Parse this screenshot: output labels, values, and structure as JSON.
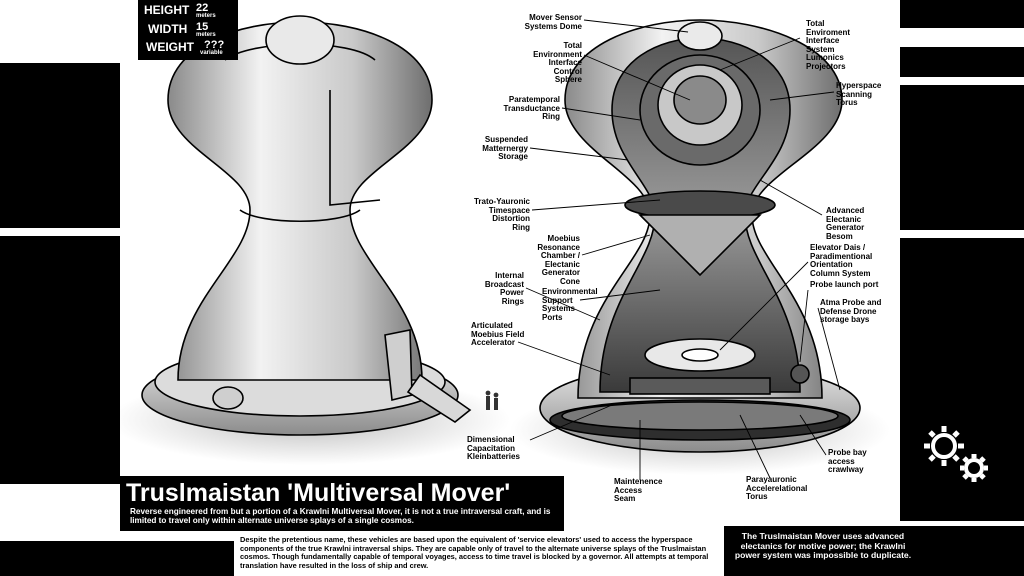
{
  "specs": {
    "height_label": "HEIGHT",
    "height_value": "22",
    "height_unit": "meters",
    "width_label": "WIDTH",
    "width_value": "15",
    "width_unit": "meters",
    "weight_label": "WEIGHT",
    "weight_value": "???",
    "weight_unit": "variable"
  },
  "title": "Truslmaistan 'Multiversal Mover'",
  "subtitle": "Reverse engineered from but a portion of a Krawlni Multiversal Mover, it is not a true intraversal craft, and is limited to travel only within alternate universe splays of a single cosmos.",
  "description": "Despite the pretentious name, these vehicles are based upon the equivalent of 'service elevators' used to access the hyperspace components of the true Krawlni intraversal ships. They are capable only of travel to the alternate universe splays of the Truslmaistan cosmos. Though fundamentally capable of temporal voyages, access to time travel is blocked by a governor. All attempts at temporal translation have resulted in the loss of ship and crew.",
  "power_note": "The Truslmaistan Mover uses advanced electanics for motive power; the Krawlni power system was impossible to duplicate.",
  "callouts": {
    "mover_sensor": "Mover Sensor\nSystems Dome",
    "total_env_control": "Total\nEnvironment\nInterface\nControl\nSphere",
    "paratemporal": "Paratemporal\nTransductance\nRing",
    "suspended": "Suspended\nMatternergy\nStorage",
    "trato": "Trato-Yauronic\nTimespace\nDistortion\nRing",
    "moebius_resonance": "Moebius\nResonance\nChamber /\nElectanic\nGenerator\nCone",
    "internal_broadcast": "Internal\nBroadcast\nPower\nRings",
    "environmental_support": "Environmental\nSupport\nSystems\nPorts",
    "articulated": "Articulated\nMoebius Field\nAccelerator",
    "dimensional": "Dimensional\nCapacitation\nKleinbatteries",
    "maintenence": "Maintenence\nAccess\nSeam",
    "parayauronic": "Parayauronic\nAccelerelational\nTorus",
    "total_env_lumonics": "Total\nEnviroment\nInterface\nSystem\nLumonics\nProjectors",
    "hyperspace": "Hyperspace\nScanning\nTorus",
    "advanced_generator": "Advanced\nElectanic\nGenerator\nBesom",
    "elevator_dais": "Elevator Dais /\nParadimentional\nOrientation\nColumn System",
    "probe_launch": "Probe launch port",
    "atma_probe": "Atma Probe and\nDefense Drone\nstorage bays",
    "probe_bay": "Probe bay\naccess\ncrawlway"
  },
  "colors": {
    "panel": "#000000",
    "text_on_panel": "#ffffff",
    "ink": "#000000",
    "paper": "#ffffff"
  }
}
